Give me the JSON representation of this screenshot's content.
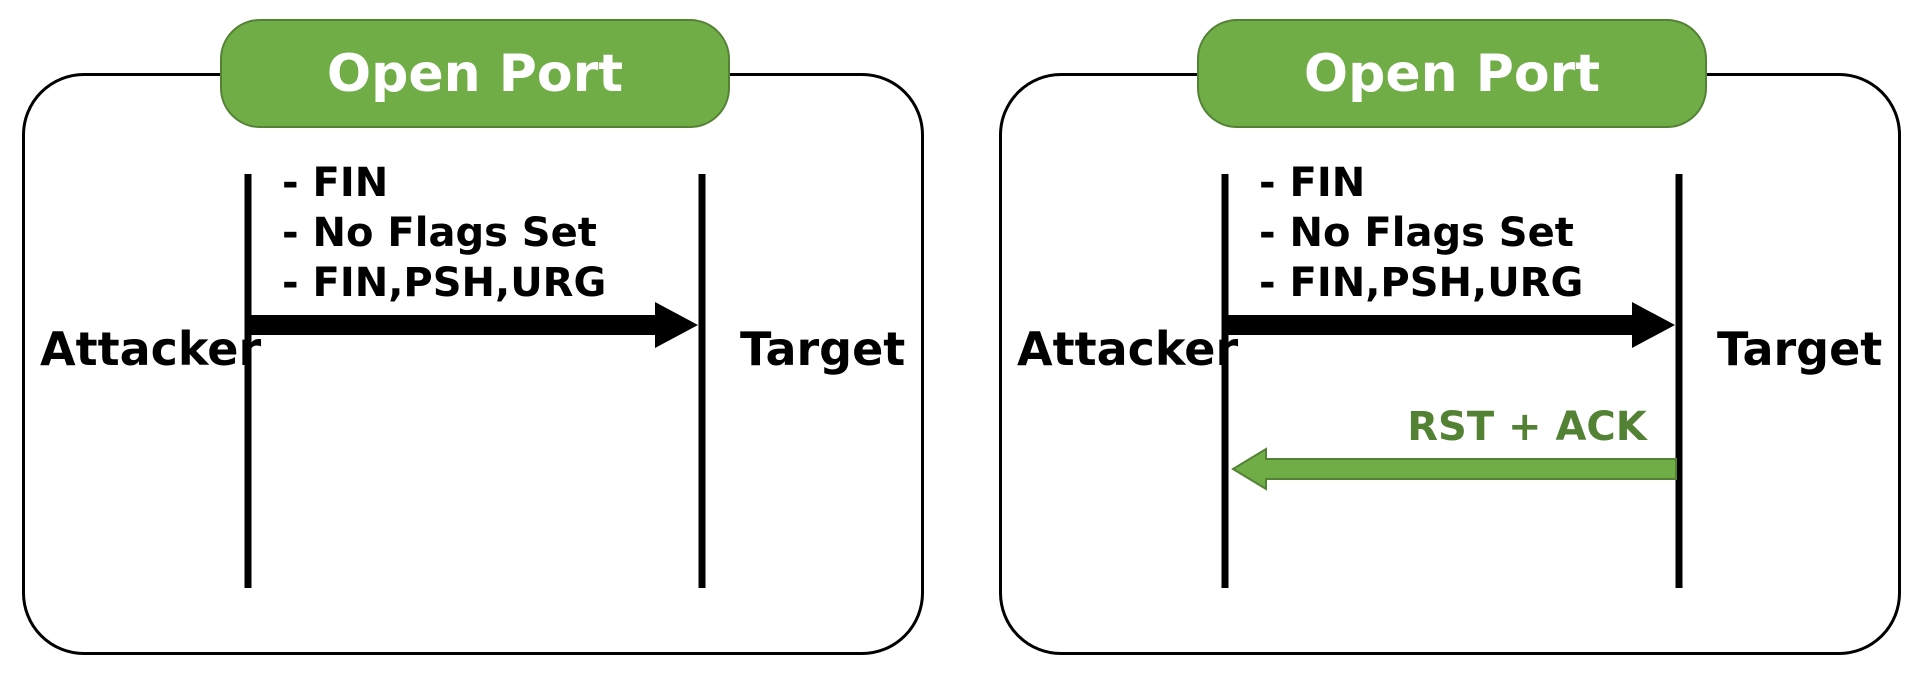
{
  "panels": [
    {
      "badge": "Open Port",
      "left_node": "Attacker",
      "right_node": "Target",
      "flags": [
        "- FIN",
        "- No Flags Set",
        "- FIN,PSH,URG"
      ],
      "reply": ""
    },
    {
      "badge": "Open Port",
      "left_node": "Attacker",
      "right_node": "Target",
      "flags": [
        "- FIN",
        "- No Flags Set",
        "- FIN,PSH,URG"
      ],
      "reply": "RST + ACK"
    }
  ],
  "colors": {
    "badge_fill": "#70ad47",
    "badge_border": "#548235",
    "reply_arrow": "#70ad47",
    "reply_text": "#548235",
    "lines": "#000000"
  }
}
